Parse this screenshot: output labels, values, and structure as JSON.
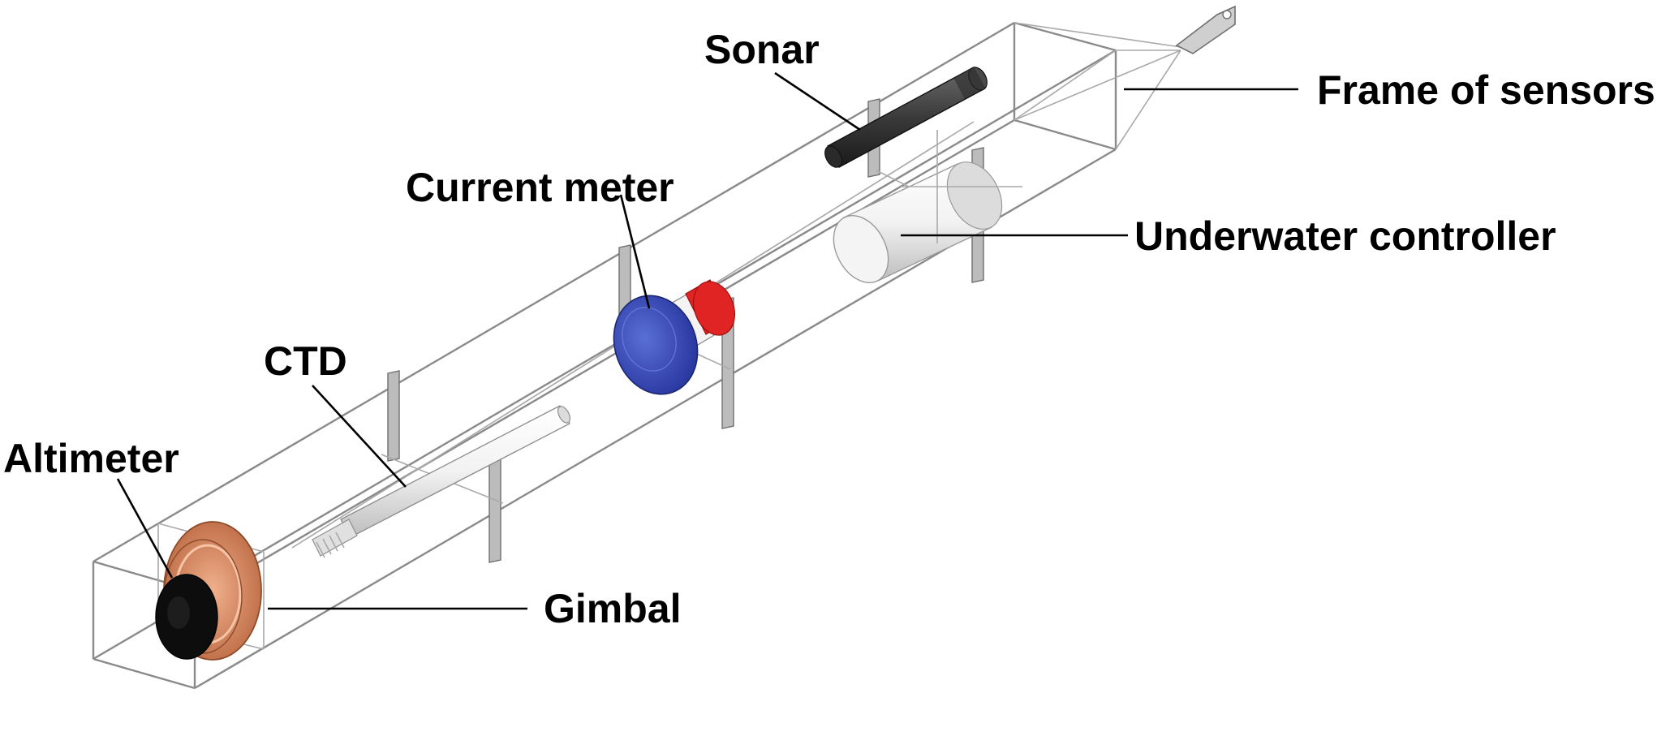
{
  "labels": {
    "sonar": "Sonar",
    "frame_of_sensors": "Frame of sensors",
    "current_meter": "Current meter",
    "underwater_controller": "Underwater controller",
    "ctd": "CTD",
    "altimeter": "Altimeter",
    "gimbal": "Gimbal"
  },
  "colors": {
    "frame": "#8a8a8a",
    "sonar": "#3a3a3a",
    "current_meter_blue": "#3a4fb0",
    "current_meter_red": "#e02424",
    "gimbal_copper": "#d9906a",
    "altimeter": "#111111",
    "cylinder_white": "#e9e9e9"
  }
}
